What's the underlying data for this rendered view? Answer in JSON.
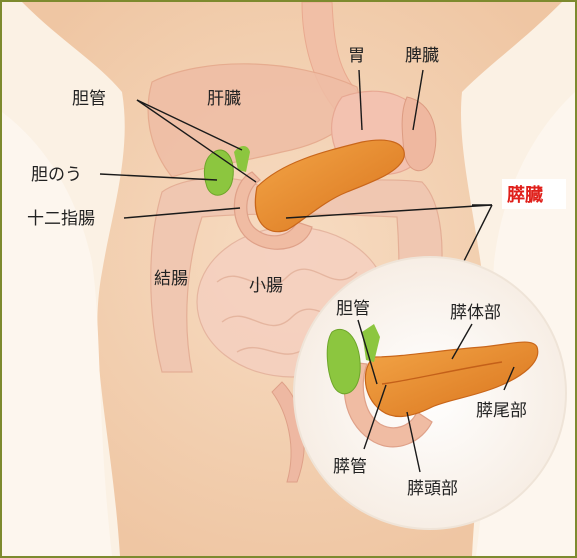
{
  "labels": {
    "bile_duct": "胆管",
    "liver": "肝臓",
    "stomach": "胃",
    "spleen": "脾臓",
    "gallbladder": "胆のう",
    "duodenum": "十二指腸",
    "pancreas": "膵臓",
    "colon": "結腸",
    "small_intestine": "小腸",
    "inset_bile_duct": "胆管",
    "pancreas_body": "膵体部",
    "pancreas_tail": "膵尾部",
    "pancreatic_duct": "膵管",
    "pancreas_head": "膵頭部"
  },
  "colors": {
    "frame_border": "#7d8a2e",
    "background": "#fbf1e4",
    "skin": "#f4d3b4",
    "pancreas": "#e4892a",
    "gallbladder": "#8cc63f",
    "highlight_label": "#e0201b"
  }
}
